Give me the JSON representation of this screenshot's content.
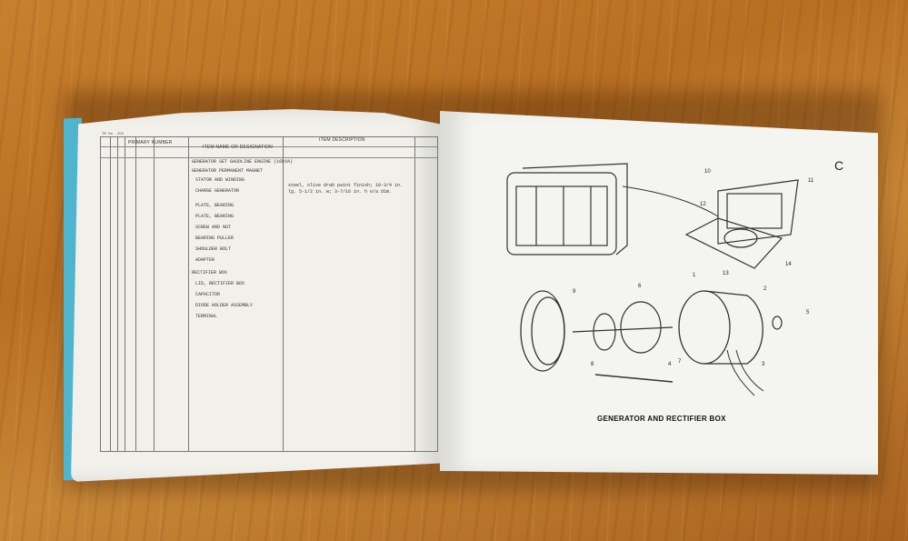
{
  "left_page": {
    "header_left": "TM No. 455",
    "table_headers": [
      "PRIMARY NUMBER",
      "ITEM NAME OR DESIGNATION",
      "ITEM DESCRIPTION"
    ],
    "items": [
      "GENERATOR SET GASOLINE ENGINE (16kVA)",
      "GENERATOR PERMANENT MAGNET",
      "STATOR AND WINDING",
      "CHARGE GENERATOR",
      "PLATE, BEARING",
      "PLATE, BEARING",
      "SCREW AND NUT",
      "BEARING PULLER",
      "SHOULDER BOLT",
      "ADAPTER",
      "RECTIFIER BOX",
      "LID, RECTIFIER BOX",
      "CAPACITOR",
      "DIODE HOLDER ASSEMBLY",
      "TERMINAL"
    ],
    "description": "steel, olive drab paint finish; 10-3/4 in. lg. 5-1/2 in. w; 3-7/16 in. h o/a dim."
  },
  "right_page": {
    "letter": "C",
    "caption": "GENERATOR AND RECTIFIER BOX",
    "callouts": [
      "10",
      "11",
      "12",
      "13",
      "14",
      "1",
      "2",
      "3",
      "4",
      "5",
      "6",
      "7",
      "8",
      "9"
    ]
  }
}
